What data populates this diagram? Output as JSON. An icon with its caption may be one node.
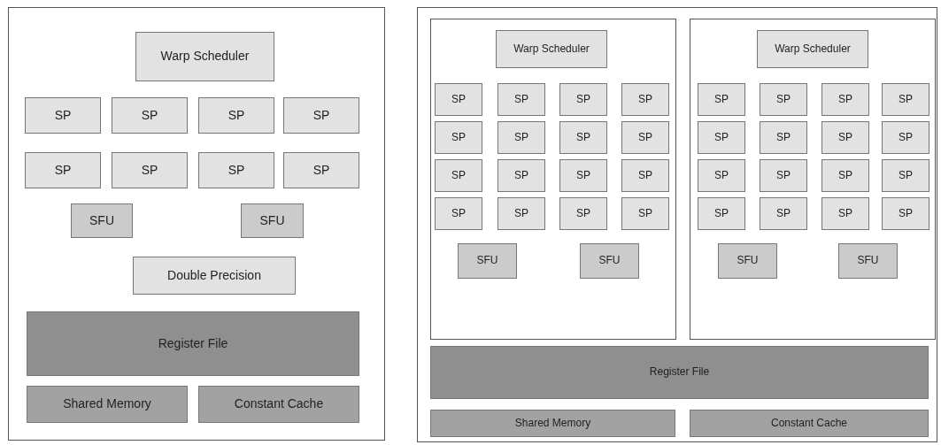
{
  "diagram": {
    "nodes": [
      {
        "text": [],
        "shape": "box"
      },
      {
        "text": [
          "Warp Scheduler"
        ],
        "in": 0
      },
      {
        "text": [
          "SP"
        ],
        "in": 0
      },
      {
        "text": [
          "SP"
        ],
        "in": 0
      },
      {
        "text": [
          "SP"
        ],
        "in": 0
      },
      {
        "text": [
          "SP"
        ],
        "in": 0
      },
      {
        "text": [
          "SP"
        ],
        "in": 0
      },
      {
        "text": [
          "SP"
        ],
        "in": 0
      },
      {
        "text": [
          "SP"
        ],
        "in": 0
      },
      {
        "text": [
          "SP"
        ],
        "in": 0
      },
      {
        "text": [
          "SFU"
        ],
        "in": 0
      },
      {
        "text": [
          "SFU"
        ],
        "in": 0
      },
      {
        "text": [
          "Double Precision"
        ],
        "in": 0
      },
      {
        "text": [
          "Register File"
        ],
        "in": 0
      },
      {
        "text": [
          "Shared Memory"
        ],
        "in": 0
      },
      {
        "text": [
          "Constant Cache"
        ],
        "in": 0
      },
      {
        "text": [],
        "shape": "box"
      },
      {
        "text": [],
        "shape": "box",
        "in": 16
      },
      {
        "text": [
          "Warp Scheduler"
        ],
        "in": 17
      },
      {
        "text": [
          "SP"
        ],
        "in": 17
      },
      {
        "text": [
          "SP"
        ],
        "in": 17
      },
      {
        "text": [
          "SP"
        ],
        "in": 17
      },
      {
        "text": [
          "SP"
        ],
        "in": 17
      },
      {
        "text": [
          "SP"
        ],
        "in": 17
      },
      {
        "text": [
          "SP"
        ],
        "in": 17
      },
      {
        "text": [
          "SP"
        ],
        "in": 17
      },
      {
        "text": [
          "SP"
        ],
        "in": 17
      },
      {
        "text": [
          "SP"
        ],
        "in": 17
      },
      {
        "text": [
          "SP"
        ],
        "in": 17
      },
      {
        "text": [
          "SP"
        ],
        "in": 17
      },
      {
        "text": [
          "SP"
        ],
        "in": 17
      },
      {
        "text": [
          "SP"
        ],
        "in": 17
      },
      {
        "text": [
          "SP"
        ],
        "in": 17
      },
      {
        "text": [
          "SP"
        ],
        "in": 17
      },
      {
        "text": [
          "SP"
        ],
        "in": 17
      },
      {
        "text": [
          "SFU"
        ],
        "in": 17
      },
      {
        "text": [
          "SFU"
        ],
        "in": 17
      },
      {
        "text": [],
        "shape": "box",
        "in": 16
      },
      {
        "text": [
          "Warp Scheduler"
        ],
        "in": 37
      },
      {
        "text": [
          "SP"
        ],
        "in": 37
      },
      {
        "text": [
          "SP"
        ],
        "in": 37
      },
      {
        "text": [
          "SP"
        ],
        "in": 37
      },
      {
        "text": [
          "SP"
        ],
        "in": 37
      },
      {
        "text": [
          "SP"
        ],
        "in": 37
      },
      {
        "text": [
          "SP"
        ],
        "in": 37
      },
      {
        "text": [
          "SP"
        ],
        "in": 37
      },
      {
        "text": [
          "SP"
        ],
        "in": 37
      },
      {
        "text": [
          "SP"
        ],
        "in": 37
      },
      {
        "text": [
          "SP"
        ],
        "in": 37
      },
      {
        "text": [
          "SP"
        ],
        "in": 37
      },
      {
        "text": [
          "SP"
        ],
        "in": 37
      },
      {
        "text": [
          "SP"
        ],
        "in": 37
      },
      {
        "text": [
          "SP"
        ],
        "in": 37
      },
      {
        "text": [
          "SP"
        ],
        "in": 37
      },
      {
        "text": [
          "SP"
        ],
        "in": 37
      },
      {
        "text": [
          "SFU"
        ],
        "in": 37
      },
      {
        "text": [
          "SFU"
        ],
        "in": 37
      },
      {
        "text": [
          "Register File"
        ],
        "in": 16
      },
      {
        "text": [
          "Shared Memory"
        ],
        "in": 16
      },
      {
        "text": [
          "Constant Cache"
        ],
        "in": 16
      }
    ]
  }
}
